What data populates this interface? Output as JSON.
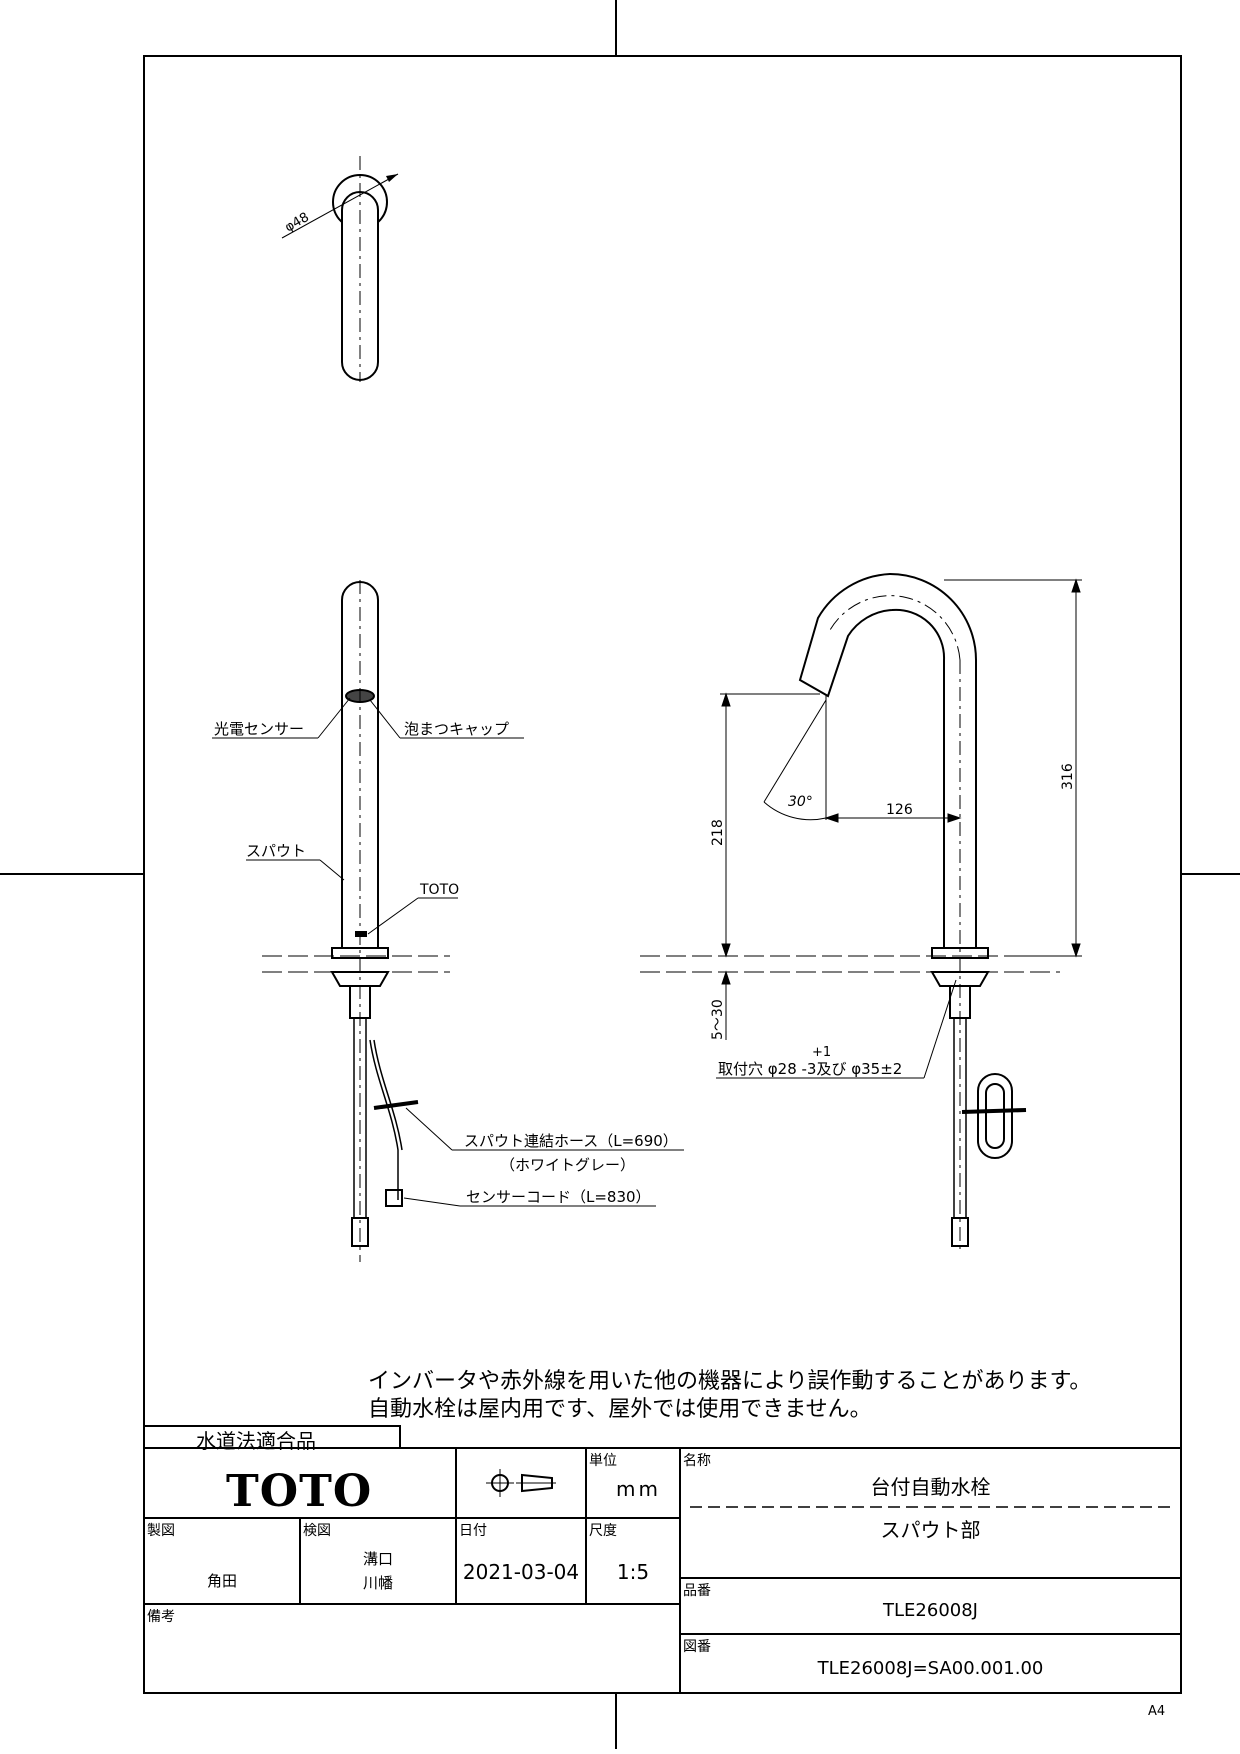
{
  "dimensions": {
    "phi48": "φ48",
    "dim_316": "316",
    "dim_218": "218",
    "dim_126": "126",
    "angle_30": "30°",
    "dim_5_30": "5〜30",
    "mount_hole_plus": "+1",
    "mount_hole": "取付穴 φ28  -3及び φ35±2"
  },
  "labels": {
    "sensor": "光電センサー",
    "aerator": "泡まつキャップ",
    "spout": "スパウト",
    "toto": "TOTO",
    "hose": "スパウト連結ホース（L=690）",
    "hose_color": "（ホワイトグレー）",
    "cord": "センサーコード（L=830）"
  },
  "notes": [
    "インバータや赤外線を用いた他の機器により誤作動することがあります。",
    "自動水栓は屋内用です、屋外では使用できません。"
  ],
  "title_block": {
    "certification": "水道法適合品",
    "logo": "TOTO",
    "unit_label": "単位",
    "unit": "mm",
    "name_label": "名称",
    "name_main": "台付自動水栓",
    "name_sub": "スパウト部",
    "drawn_label": "製図",
    "drawn_by": "角田",
    "checked_label": "検図",
    "checked_by_1": "溝口",
    "checked_by_2": "川幡",
    "date_label": "日付",
    "date": "2021-03-04",
    "scale_label": "尺度",
    "scale": "1:5",
    "part_no_label": "品番",
    "part_no": "TLE26008J",
    "remarks_label": "備考",
    "drawing_no_label": "図番",
    "drawing_no": "TLE26008J=SA00.001.00",
    "sheet_size": "A4"
  }
}
